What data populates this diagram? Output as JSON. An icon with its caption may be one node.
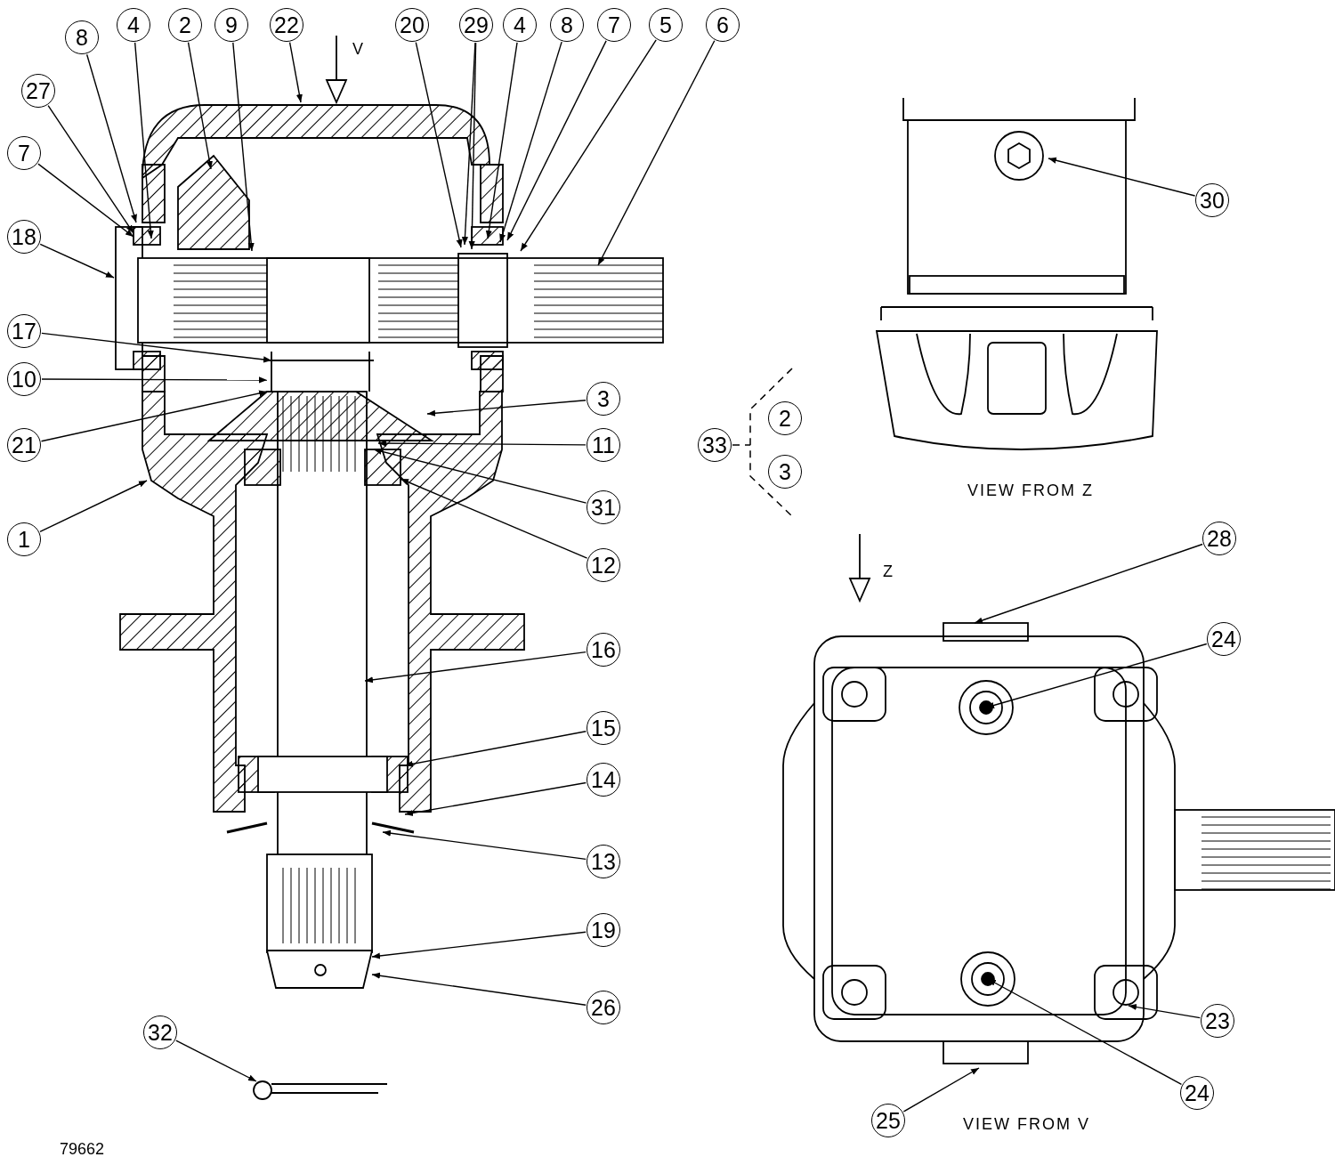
{
  "diagram": {
    "nodes": [
      {
        "text": [
          "8"
        ]
      },
      {
        "text": [
          "4"
        ]
      },
      {
        "text": [
          "2"
        ]
      },
      {
        "text": [
          "9"
        ]
      },
      {
        "text": [
          "22"
        ]
      },
      {
        "text": [
          "20"
        ]
      },
      {
        "text": [
          "29"
        ]
      },
      {
        "text": [
          "4"
        ]
      },
      {
        "text": [
          "8"
        ]
      },
      {
        "text": [
          "7"
        ]
      },
      {
        "text": [
          "5"
        ]
      },
      {
        "text": [
          "6"
        ]
      },
      {
        "text": [
          "27"
        ]
      },
      {
        "text": [
          "7"
        ]
      },
      {
        "text": [
          "18"
        ]
      },
      {
        "text": [
          "17"
        ]
      },
      {
        "text": [
          "10"
        ]
      },
      {
        "text": [
          "3"
        ]
      },
      {
        "text": [
          "21"
        ]
      },
      {
        "text": [
          "11"
        ]
      },
      {
        "text": [
          "33"
        ]
      },
      {
        "text": [
          "2"
        ]
      },
      {
        "text": [
          "3"
        ]
      },
      {
        "text": [
          "31"
        ]
      },
      {
        "text": [
          "1"
        ]
      },
      {
        "text": [
          "12"
        ]
      },
      {
        "text": [
          "16"
        ]
      },
      {
        "text": [
          "15"
        ]
      },
      {
        "text": [
          "14"
        ]
      },
      {
        "text": [
          "13"
        ]
      },
      {
        "text": [
          "19"
        ]
      },
      {
        "text": [
          "26"
        ]
      },
      {
        "text": [
          "32"
        ]
      },
      {
        "text": [
          "30"
        ]
      },
      {
        "text": [
          "28"
        ]
      },
      {
        "text": [
          "24"
        ]
      },
      {
        "text": [
          "23"
        ]
      },
      {
        "text": [
          "24"
        ]
      },
      {
        "text": [
          "25"
        ]
      }
    ],
    "edges": [
      {
        "from": 0,
        "to": null,
        "arrow": "to"
      },
      {
        "from": 1,
        "to": null,
        "arrow": "to"
      },
      {
        "from": 2,
        "to": null,
        "arrow": "to"
      },
      {
        "from": 3,
        "to": null,
        "arrow": "to"
      },
      {
        "from": 4,
        "to": null,
        "arrow": "to"
      },
      {
        "from": 5,
        "to": null,
        "arrow": "to"
      },
      {
        "from": 6,
        "to": null,
        "arrow": "to"
      },
      {
        "from": 6,
        "to": null,
        "arrow": "to"
      },
      {
        "from": 7,
        "to": null,
        "arrow": "to"
      },
      {
        "from": 8,
        "to": null,
        "arrow": "to"
      },
      {
        "from": 9,
        "to": null,
        "arrow": "to"
      },
      {
        "from": 10,
        "to": null,
        "arrow": "to"
      },
      {
        "from": 11,
        "to": null,
        "arrow": "to"
      },
      {
        "from": 12,
        "to": null,
        "arrow": "to"
      },
      {
        "from": 13,
        "to": null,
        "arrow": "to"
      },
      {
        "from": 14,
        "to": null,
        "arrow": "to"
      },
      {
        "from": 15,
        "to": null,
        "arrow": "to"
      },
      {
        "from": 16,
        "to": null,
        "arrow": "to"
      },
      {
        "from": 17,
        "to": null,
        "arrow": "to"
      },
      {
        "from": 18,
        "to": null,
        "arrow": "to"
      },
      {
        "from": 19,
        "to": null,
        "arrow": "to"
      },
      {
        "from": 23,
        "to": null,
        "arrow": "to"
      },
      {
        "from": 24,
        "to": null,
        "arrow": "to"
      },
      {
        "from": 25,
        "to": null,
        "arrow": "to"
      },
      {
        "from": 26,
        "to": null,
        "arrow": "to"
      },
      {
        "from": 27,
        "to": null,
        "arrow": "to"
      },
      {
        "from": 28,
        "to": null,
        "arrow": "to"
      },
      {
        "from": 29,
        "to": null,
        "arrow": "to"
      },
      {
        "from": 30,
        "to": null,
        "arrow": "to"
      },
      {
        "from": 31,
        "to": null,
        "arrow": "to"
      },
      {
        "from": 32,
        "to": null,
        "arrow": "to"
      },
      {
        "from": 33,
        "to": null,
        "arrow": "to"
      },
      {
        "from": 34,
        "to": null,
        "arrow": "to"
      },
      {
        "from": 35,
        "to": null,
        "arrow": "to"
      },
      {
        "from": 36,
        "to": null,
        "arrow": "to"
      },
      {
        "from": 37,
        "to": null,
        "arrow": "to"
      },
      {
        "from": 38,
        "to": null,
        "arrow": "to"
      }
    ],
    "labels": [
      "V",
      "VIEW FROM Z",
      "Z",
      "VIEW FROM V",
      "79662"
    ]
  }
}
